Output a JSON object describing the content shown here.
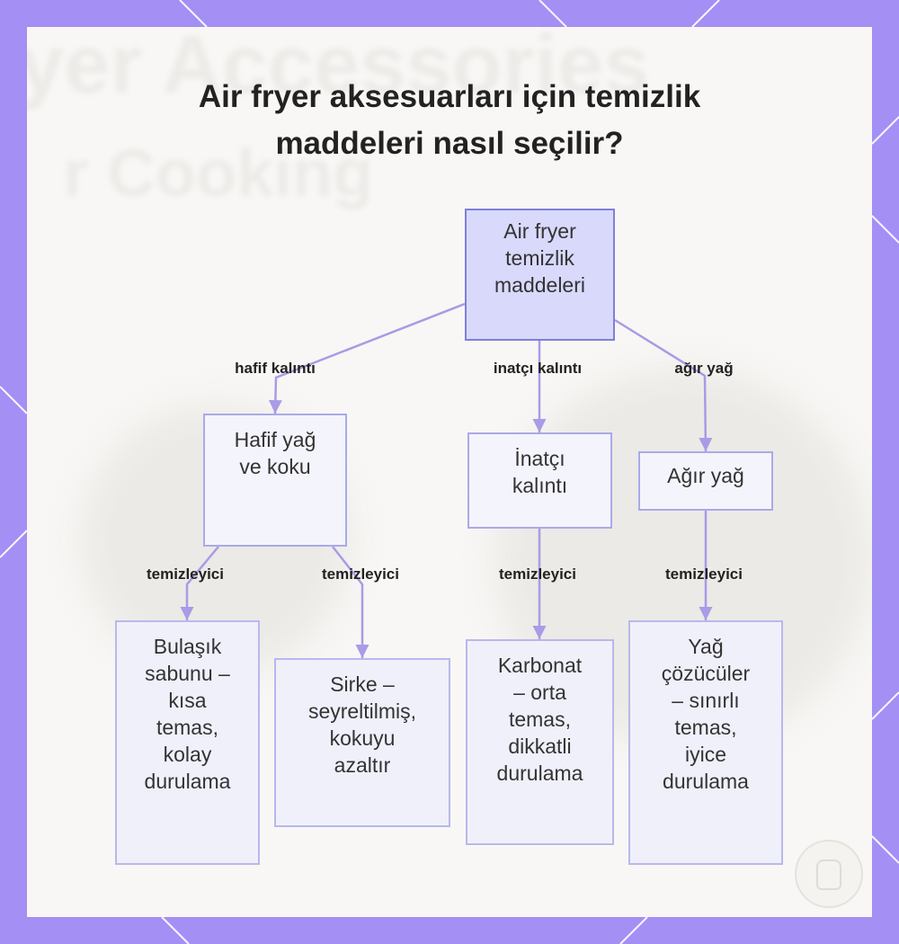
{
  "title_lines": [
    "Air fryer aksesuarları için temizlik",
    "maddeleri nasıl seçilir?"
  ],
  "background_text": [
    "yer Accessories",
    "r Cooking"
  ],
  "colors": {
    "frame": "#a48ff4",
    "card": "#f8f7f5",
    "edge": "#a99be6",
    "root_fill": "#d8d9fb",
    "root_border": "#7f80d8",
    "node_fill": "#f0f0fb",
    "node_border": "#b8b8ec"
  },
  "diagram": {
    "root": {
      "lines": [
        "Air fryer",
        "temizlik",
        "maddeleri"
      ]
    },
    "branches": [
      {
        "label": "hafif kalıntı",
        "node": {
          "lines": [
            "Hafif yağ",
            "ve koku"
          ]
        }
      },
      {
        "label": "inatçı kalıntı",
        "node": {
          "lines": [
            "İnatçı",
            "kalıntı"
          ]
        }
      },
      {
        "label": "ağır yağ",
        "node": {
          "lines": [
            "Ağır yağ"
          ]
        }
      }
    ],
    "leaves": [
      {
        "label": "temizleyici",
        "lines": [
          "Bulaşık",
          "sabunu –",
          "kısa",
          "temas,",
          "kolay",
          "durulama"
        ]
      },
      {
        "label": "temizleyici",
        "lines": [
          "Sirke –",
          "seyreltilmiş,",
          "kokuyu",
          "azaltır"
        ]
      },
      {
        "label": "temizleyici",
        "lines": [
          "Karbonat",
          "– orta",
          "temas,",
          "dikkatli",
          "durulama"
        ]
      },
      {
        "label": "temizleyici",
        "lines": [
          "Yağ",
          "çözücüler",
          "– sınırlı",
          "temas,",
          "iyice",
          "durulama"
        ]
      }
    ]
  }
}
